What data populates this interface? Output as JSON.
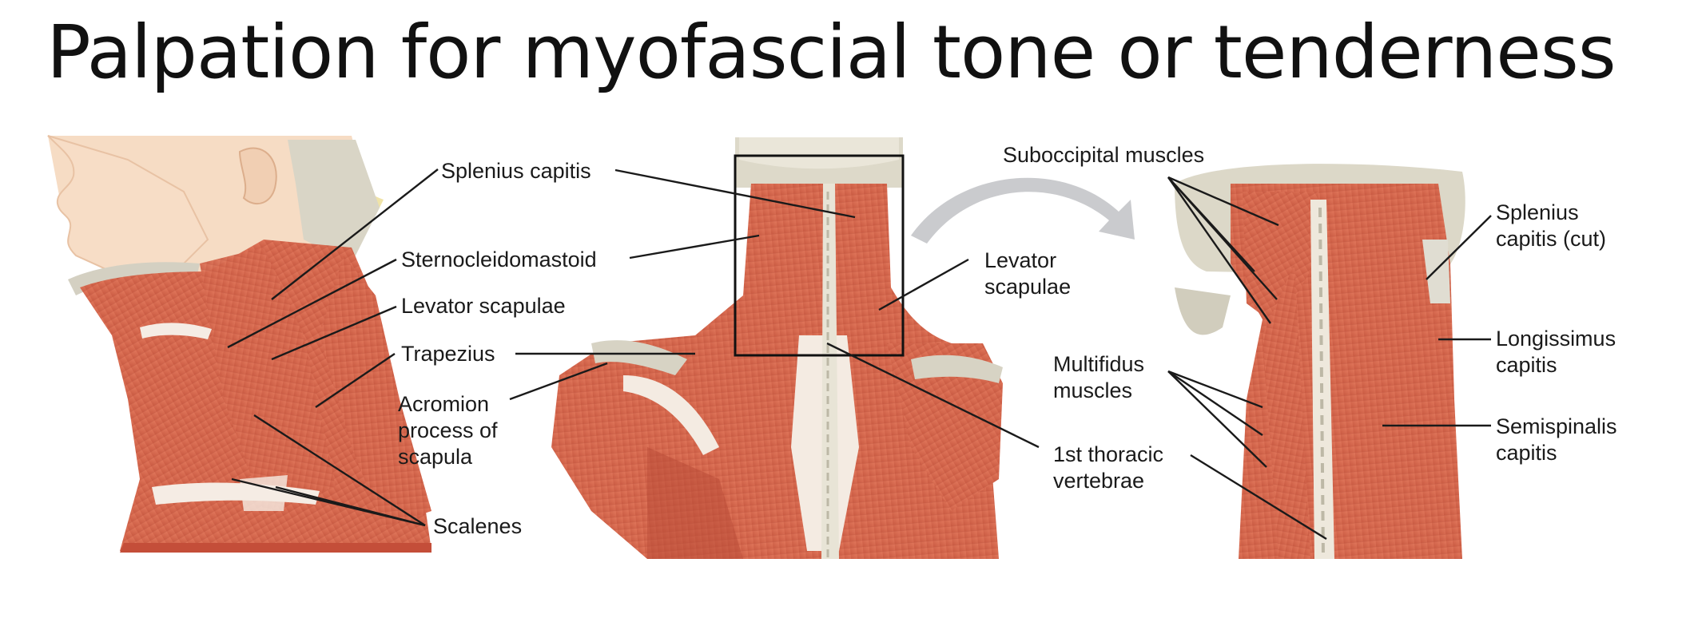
{
  "title": "Palpation for myofascial tone or tenderness",
  "labels": {
    "splenius_capitis": "Splenius capitis",
    "sternocleidomastoid": "Sternocleidomastoid",
    "levator_scapulae_left": "Levator scapulae",
    "trapezius": "Trapezius",
    "acromion_1": "Acromion",
    "acromion_2": "process of",
    "acromion_3": "scapula",
    "scalenes": "Scalenes",
    "suboccipital": "Suboccipital muscles",
    "levator_mid_1": "Levator",
    "levator_mid_2": "scapulae",
    "multifidus_1": "Multifidus",
    "multifidus_2": "muscles",
    "thoracic_1": "1st thoracic",
    "thoracic_2": "vertebrae",
    "splenius_cut_1": "Splenius",
    "splenius_cut_2": "capitis (cut)",
    "longissimus_1": "Longissimus",
    "longissimus_2": "capitis",
    "semispinalis_1": "Semispinalis",
    "semispinalis_2": "capitis"
  },
  "colors": {
    "muscle": "#d96a50",
    "muscle_dark": "#b84a35",
    "skin": "#f4d6bc",
    "bone": "#dcd8c8",
    "tendon": "#f3e9e0",
    "line": "#1a1a1a",
    "arrow": "#c9cacd"
  }
}
